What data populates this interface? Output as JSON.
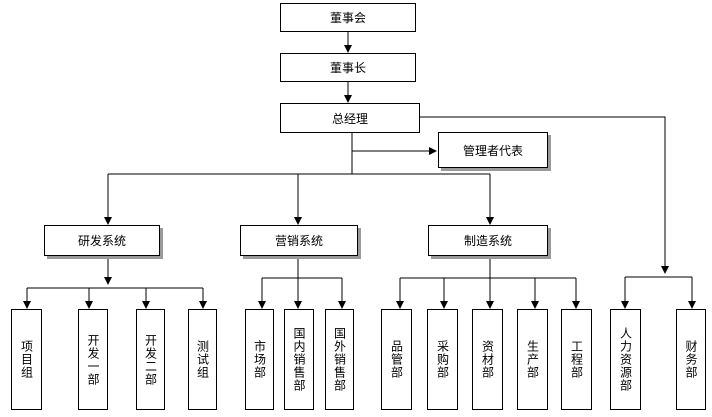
{
  "org_chart": {
    "top": [
      {
        "key": "board",
        "label": "董事会"
      },
      {
        "key": "chairman",
        "label": "董事长"
      },
      {
        "key": "gm",
        "label": "总经理"
      },
      {
        "key": "mgmt_rep",
        "label": "管理者代表"
      }
    ],
    "systems": [
      {
        "key": "rnd",
        "label": "研发系统",
        "departments": [
          "项目组",
          "开发一部",
          "开发二部",
          "测试组"
        ]
      },
      {
        "key": "sales",
        "label": "营销系统",
        "departments": [
          "市场部",
          "国内销售部",
          "国外销售部"
        ]
      },
      {
        "key": "mfg",
        "label": "制造系统",
        "departments": [
          "品管部",
          "采购部",
          "资材部",
          "生产部",
          "工程部"
        ]
      }
    ],
    "direct_departments": [
      "人力资源部",
      "财务部"
    ]
  }
}
